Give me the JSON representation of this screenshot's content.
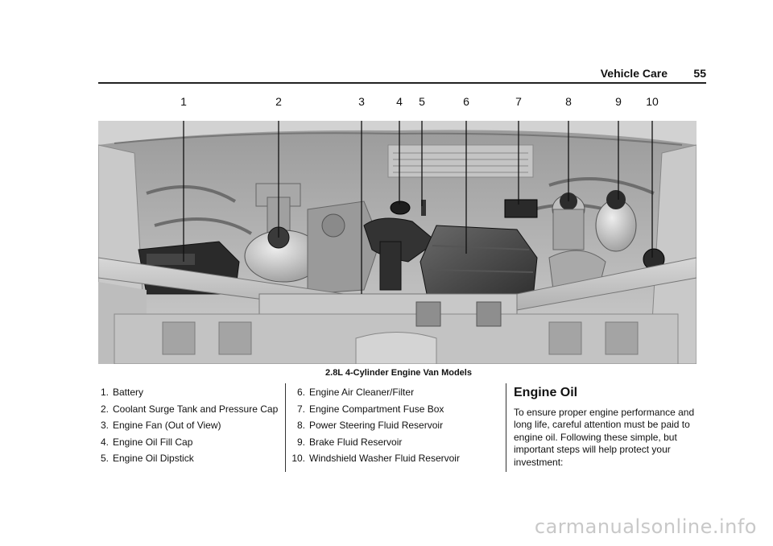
{
  "header": {
    "section": "Vehicle Care",
    "page": "55"
  },
  "figure": {
    "callouts": [
      "1",
      "2",
      "3",
      "4",
      "5",
      "6",
      "7",
      "8",
      "9",
      "10"
    ],
    "caption": "2.8L 4-Cylinder Engine Van Models"
  },
  "legend": {
    "left": [
      {
        "num": "1.",
        "text": "Battery"
      },
      {
        "num": "2.",
        "text": "Coolant Surge Tank and Pressure Cap"
      },
      {
        "num": "3.",
        "text": "Engine Fan (Out of View)"
      },
      {
        "num": "4.",
        "text": "Engine Oil Fill Cap"
      },
      {
        "num": "5.",
        "text": "Engine Oil Dipstick"
      }
    ],
    "right": [
      {
        "num": "6.",
        "text": "Engine Air Cleaner/Filter"
      },
      {
        "num": "7.",
        "text": "Engine Compartment Fuse Box"
      },
      {
        "num": "8.",
        "text": "Power Steering Fluid Reservoir"
      },
      {
        "num": "9.",
        "text": "Brake Fluid Reservoir"
      },
      {
        "num": "10.",
        "text": "Windshield Washer Fluid Reservoir"
      }
    ]
  },
  "engine_oil": {
    "heading": "Engine Oil",
    "body": "To ensure proper engine performance and long life, careful attention must be paid to engine oil. Following these simple, but important steps will help protect your investment:"
  },
  "watermark": "carmanualsonline.info"
}
